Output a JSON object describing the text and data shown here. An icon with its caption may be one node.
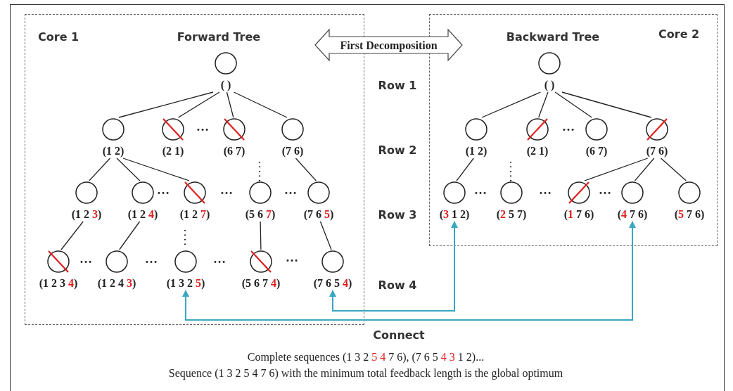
{
  "diagram": {
    "nodes": [
      {
        "text": [
          "Core 1",
          "Forward Tree"
        ]
      },
      {
        "text": [
          "( )"
        ],
        "in": 0
      },
      {
        "text": [
          "(1 2)"
        ],
        "in": 0
      },
      {
        "text": [
          "(2 1)"
        ],
        "in": 0
      },
      {
        "text": [
          "(6 7)"
        ],
        "in": 0
      },
      {
        "text": [
          "(7 6)"
        ],
        "in": 0
      },
      {
        "text": [
          "(1 2 **3**)"
        ],
        "in": 0
      },
      {
        "text": [
          "(1 2 **4**)"
        ],
        "in": 0
      },
      {
        "text": [
          "(1 2 **7**)"
        ],
        "in": 0
      },
      {
        "text": [
          "(5 6 **7**)"
        ],
        "in": 0
      },
      {
        "text": [
          "(7 6 **5**)"
        ],
        "in": 0
      },
      {
        "text": [
          "(1 2 3 **4**)"
        ],
        "in": 0
      },
      {
        "text": [
          "(1 2 4 **3**)"
        ],
        "in": 0
      },
      {
        "text": [
          "(1 3 2 **5**)"
        ],
        "in": 0
      },
      {
        "text": [
          "(5 6 7 **4**)"
        ],
        "in": 0
      },
      {
        "text": [
          "(7 6 5 **4**)"
        ],
        "in": 0
      },
      {
        "text": [
          "Backward Tree",
          "Core 2"
        ]
      },
      {
        "text": [
          "( )"
        ],
        "in": 16
      },
      {
        "text": [
          "(1 2)"
        ],
        "in": 16
      },
      {
        "text": [
          "(2 1)"
        ],
        "in": 16
      },
      {
        "text": [
          "(6 7)"
        ],
        "in": 16
      },
      {
        "text": [
          "(7 6)"
        ],
        "in": 16
      },
      {
        "text": [
          "(**3** 1 2)"
        ],
        "in": 16
      },
      {
        "text": [
          "(**2** 5 7)"
        ],
        "in": 16
      },
      {
        "text": [
          "(**1** 7 6)"
        ],
        "in": 16
      },
      {
        "text": [
          "(**4** 7 6)"
        ],
        "in": 16
      },
      {
        "text": [
          "(**5** 7 6)"
        ],
        "in": 16
      }
    ],
    "edges": [
      {
        "from": 0,
        "to": 16,
        "arrow": "both",
        "label": "First Decomposition"
      },
      {
        "from": 1,
        "to": 2,
        "arrow": "none"
      },
      {
        "from": 1,
        "to": 3,
        "arrow": "none"
      },
      {
        "from": 1,
        "to": 4,
        "arrow": "none"
      },
      {
        "from": 1,
        "to": 5,
        "arrow": "none"
      },
      {
        "from": 2,
        "to": 6,
        "arrow": "none"
      },
      {
        "from": 2,
        "to": 7,
        "arrow": "none"
      },
      {
        "from": 2,
        "to": 8,
        "arrow": "none"
      },
      {
        "from": 5,
        "to": 10,
        "arrow": "none"
      },
      {
        "from": 6,
        "to": 11,
        "arrow": "none"
      },
      {
        "from": 7,
        "to": 12,
        "arrow": "none"
      },
      {
        "from": 9,
        "to": 14,
        "arrow": "none"
      },
      {
        "from": 10,
        "to": 15,
        "arrow": "none"
      },
      {
        "from": 17,
        "to": 18,
        "arrow": "none"
      },
      {
        "from": 17,
        "to": 19,
        "arrow": "none"
      },
      {
        "from": 17,
        "to": 20,
        "arrow": "none"
      },
      {
        "from": 17,
        "to": 21,
        "arrow": "none"
      },
      {
        "from": 18,
        "to": 22,
        "arrow": "none"
      },
      {
        "from": 21,
        "to": 24,
        "arrow": "none"
      },
      {
        "from": 21,
        "to": 25,
        "arrow": "none"
      },
      {
        "from": 21,
        "to": 26,
        "arrow": "none"
      },
      {
        "from": 22,
        "to": 15,
        "arrow": "both",
        "color": "#3aa8c1"
      },
      {
        "from": 25,
        "to": 13,
        "arrow": "both",
        "color": "#3aa8c1"
      }
    ],
    "labels": [
      "Row 1",
      "…",
      "Row 2",
      "…",
      "…",
      "…",
      "…",
      "Row 3",
      "…",
      "…",
      "…",
      "…",
      "…",
      "…",
      "…",
      "Row 4",
      "Connect",
      "Complete sequences (1 3 2 **5 4** 7 6), (7 6 5 **4 3** 1 2)...",
      "Sequence (1 3 2 5 4 7 6) with the minimum total feedback length is the global optimum"
    ]
  }
}
